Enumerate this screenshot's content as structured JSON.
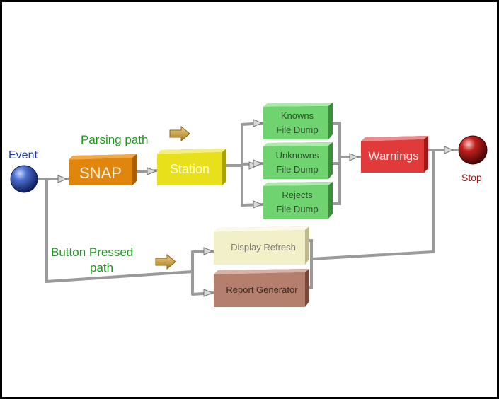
{
  "nodes": {
    "event": {
      "label": "Event",
      "color": "#1f3f9f"
    },
    "stop": {
      "label": "Stop",
      "color": "#b01010"
    },
    "snap": {
      "label": "SNAP",
      "color": "#e0860d"
    },
    "station": {
      "label": "Station",
      "color": "#e8e01a"
    },
    "knowns": {
      "line1": "Knowns",
      "line2": "File Dump",
      "color": "#6fd36f"
    },
    "unknowns": {
      "line1": "Unknowns",
      "line2": "File Dump",
      "color": "#6fd36f"
    },
    "rejects": {
      "line1": "Rejects",
      "line2": "File Dump",
      "color": "#6fd36f"
    },
    "warnings": {
      "label": "Warnings",
      "color": "#e03a3a"
    },
    "display_refresh": {
      "label": "Display Refresh",
      "color": "#f2f0c8"
    },
    "report_generator": {
      "label": "Report Generator",
      "color": "#b57f6e"
    }
  },
  "paths": {
    "parsing": {
      "label": "Parsing  path",
      "color": "#1a9a1a"
    },
    "button": {
      "line1": "Button  Pressed",
      "line2": "path",
      "color": "#1a9a1a"
    }
  }
}
